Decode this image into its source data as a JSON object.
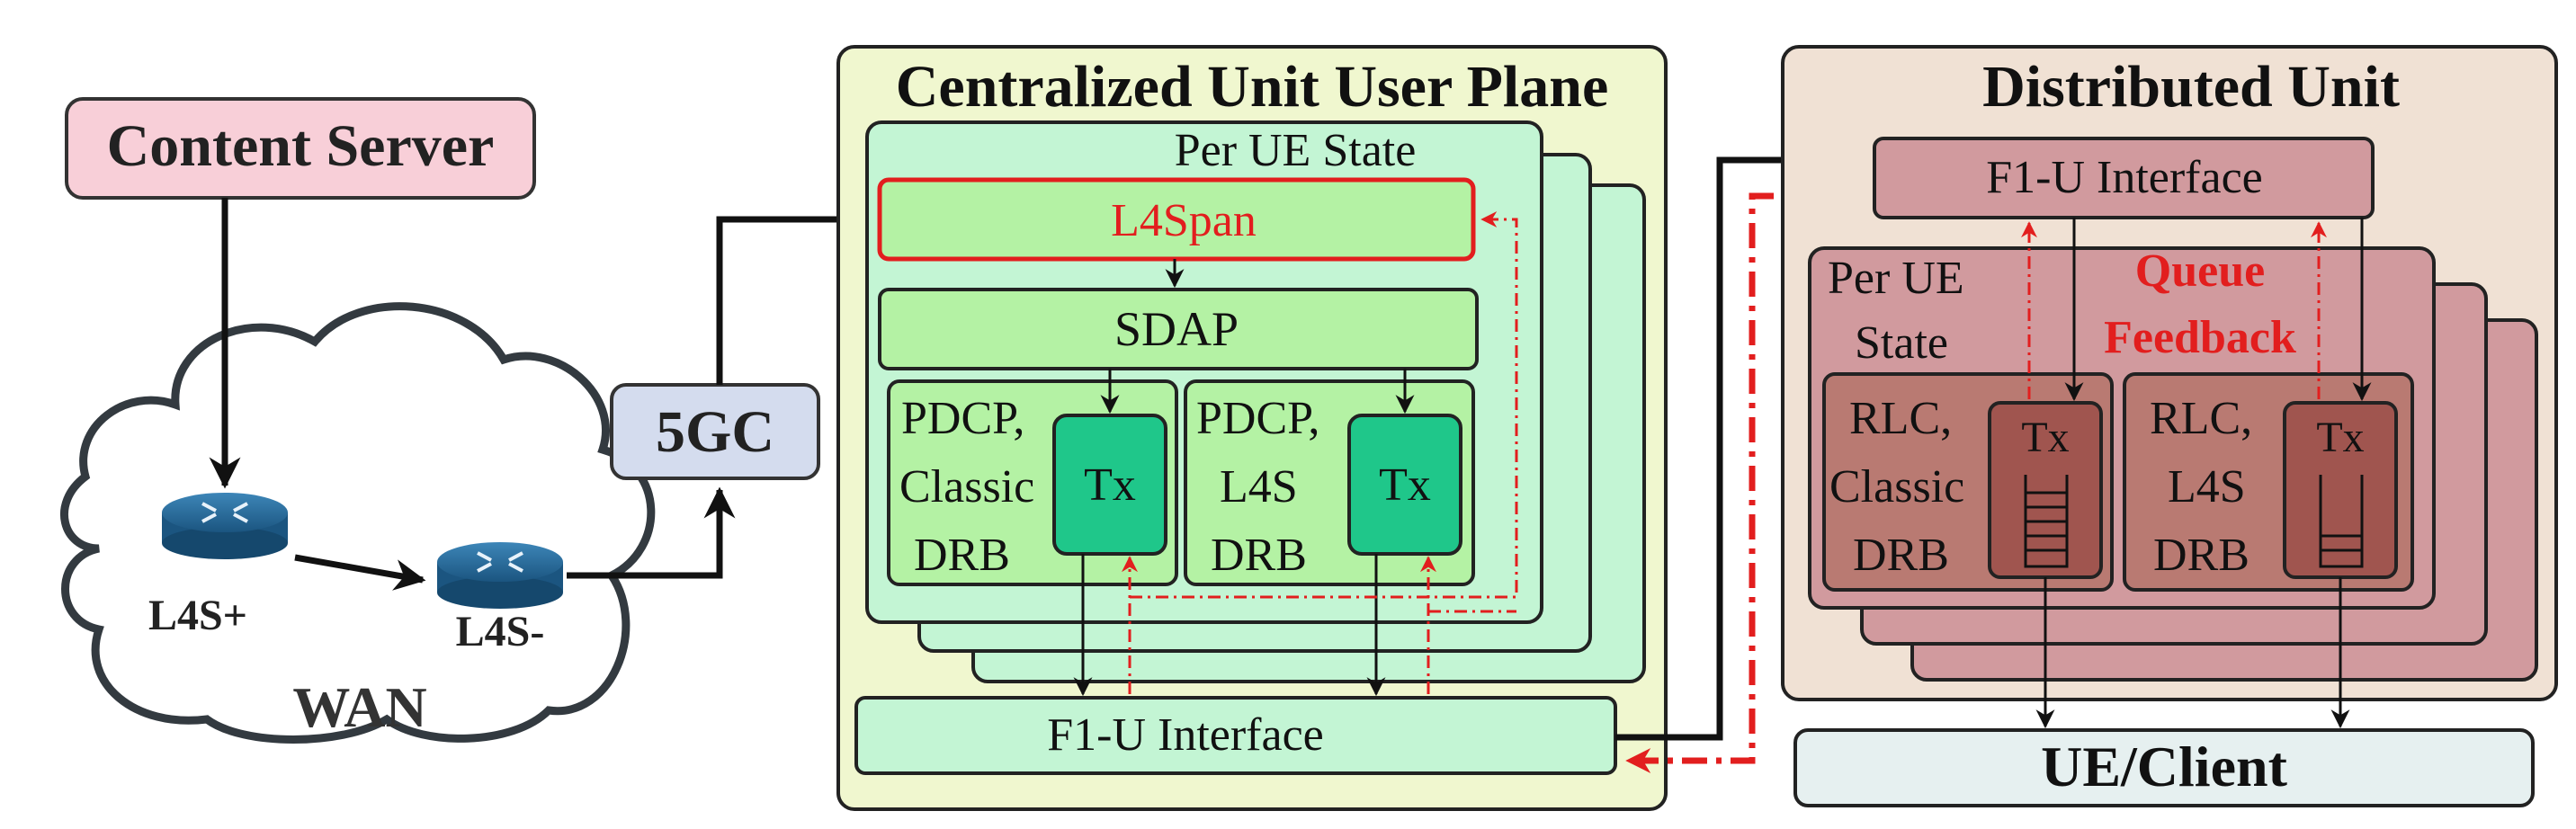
{
  "left": {
    "content_server": "Content Server",
    "router1": "L4S+",
    "router2": "L4S-",
    "wan": "WAN",
    "core": "5GC"
  },
  "cu": {
    "title": "Centralized Unit User Plane",
    "per_ue_state": "Per UE State",
    "l4span": "L4Span",
    "sdap": "SDAP",
    "pdcp_classic": [
      "PDCP,",
      "Classic",
      "DRB"
    ],
    "pdcp_l4s": [
      "PDCP,",
      "L4S",
      "DRB"
    ],
    "tx": "Tx",
    "f1u": "F1-U Interface"
  },
  "du": {
    "title": "Distributed Unit",
    "f1u": "F1-U Interface",
    "per_ue_state": [
      "Per UE",
      "State"
    ],
    "queue_feedback": [
      "Queue",
      "Feedback"
    ],
    "rlc_classic": [
      "RLC,",
      "Classic",
      "DRB"
    ],
    "rlc_l4s": [
      "RLC,",
      "L4S",
      "DRB"
    ],
    "tx": "Tx",
    "ue_client": "UE/Client"
  },
  "colors": {
    "cu_bg": "#f0f7cf",
    "ue_state_green": "#c3f5d4",
    "block_green": "#b4f2a4",
    "tx_green": "#1fc78a",
    "du_bg": "#f0e1d4",
    "du_pink": "#d19a9e",
    "du_rlc": "#b97a72",
    "du_tx": "#a0554f",
    "red": "#e21e1e",
    "content_server": "#f8cfd8",
    "core": "#d4dcee",
    "ue_client": "#e6f0f0"
  }
}
